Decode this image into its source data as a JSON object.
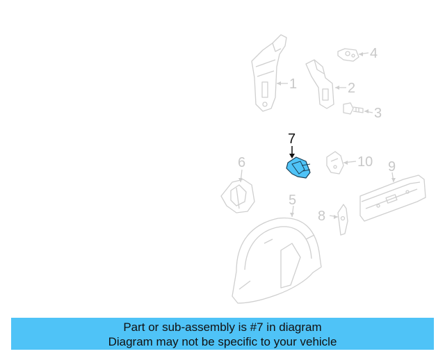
{
  "diagram": {
    "callouts": [
      "1",
      "2",
      "3",
      "4",
      "5",
      "6",
      "7",
      "8",
      "9",
      "10"
    ],
    "highlighted_part": "7",
    "highlight_color": "#4fc3f7",
    "line_color": "#cfcfcf"
  },
  "banner": {
    "line1": "Part or sub-assembly is #7 in diagram",
    "line2": "Diagram may not be specific to your vehicle",
    "background": "#4fc3f7"
  }
}
